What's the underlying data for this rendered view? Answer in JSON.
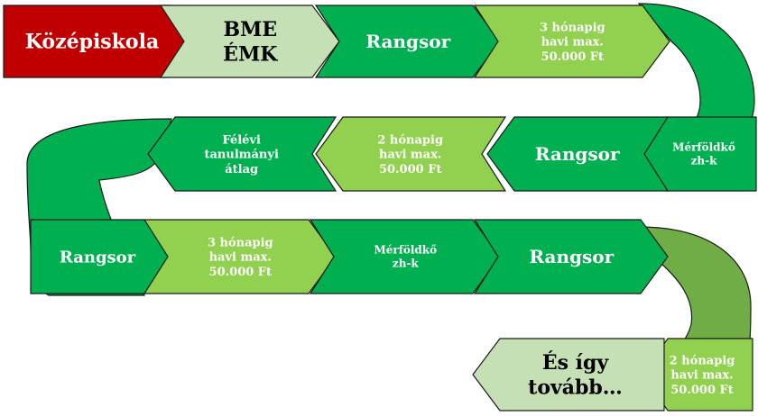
{
  "colors": {
    "red": "#c00000",
    "pale": "#c5e0b4",
    "green": "#00b050",
    "lime": "#92d050",
    "olive": "#70ad47",
    "outline": "#1a1a1a"
  },
  "steps": [
    {
      "id": "kozepiskola",
      "lines": [
        "Középiskola"
      ],
      "fill": "red",
      "text_color": "white"
    },
    {
      "id": "bme-emk",
      "lines": [
        "BME",
        "ÉMK"
      ],
      "fill": "pale",
      "text_color": "black"
    },
    {
      "id": "rangsor-1",
      "lines": [
        "Rangsor"
      ],
      "fill": "green",
      "text_color": "white"
    },
    {
      "id": "stipend-1",
      "lines": [
        "3 hónapig",
        "havi max.",
        "50.000 Ft"
      ],
      "fill": "lime",
      "text_color": "white"
    },
    {
      "id": "merfoldko-1",
      "lines": [
        "Mérföldkő",
        "zh-k"
      ],
      "fill": "green",
      "text_color": "white"
    },
    {
      "id": "rangsor-2",
      "lines": [
        "Rangsor"
      ],
      "fill": "green",
      "text_color": "white"
    },
    {
      "id": "stipend-2",
      "lines": [
        "2 hónapig",
        "havi max.",
        "50.000 Ft"
      ],
      "fill": "lime",
      "text_color": "white"
    },
    {
      "id": "felevi",
      "lines": [
        "Félévi",
        "tanulmányi",
        "átlag"
      ],
      "fill": "green",
      "text_color": "white"
    },
    {
      "id": "rangsor-3",
      "lines": [
        "Rangsor"
      ],
      "fill": "green",
      "text_color": "white"
    },
    {
      "id": "stipend-3",
      "lines": [
        "3 hónapig",
        "havi max.",
        "50.000 Ft"
      ],
      "fill": "lime",
      "text_color": "white"
    },
    {
      "id": "merfoldko-2",
      "lines": [
        "Mérföldkő",
        "zh-k"
      ],
      "fill": "green",
      "text_color": "white"
    },
    {
      "id": "rangsor-4",
      "lines": [
        "Rangsor"
      ],
      "fill": "green",
      "text_color": "white"
    },
    {
      "id": "stipend-4",
      "lines": [
        "2 hónapig",
        "havi max.",
        "50.000 Ft"
      ],
      "fill": "lime",
      "text_color": "white"
    },
    {
      "id": "es-igy",
      "lines": [
        "És így",
        "tovább…"
      ],
      "fill": "pale",
      "text_color": "black"
    }
  ]
}
